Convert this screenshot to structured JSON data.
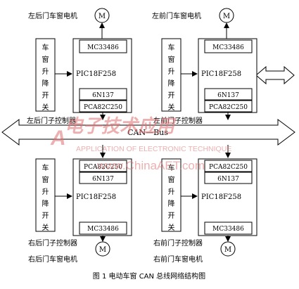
{
  "bus": {
    "label": "CAN—Bus"
  },
  "chips": {
    "driver": "MC33486",
    "mcu": "PIC18F258",
    "opto": "6N137",
    "can": "PCA82C250"
  },
  "motor": {
    "symbol": "M"
  },
  "switch_label": "车窗升降开关",
  "switch_chars": [
    "车",
    "窗",
    "升",
    "降",
    "开",
    "关"
  ],
  "nodes": {
    "rear_left": {
      "controller": "左后门子控制器",
      "motor_label": "左后门车窗电机"
    },
    "front_left": {
      "controller": "左前门子控制器",
      "motor_label": "左前门车窗电机"
    },
    "rear_right": {
      "controller": "右后门子控制器",
      "motor_label": "右后门车窗电机"
    },
    "front_right": {
      "controller": "右前门子控制器",
      "motor_label": "右前门车窗电机"
    }
  },
  "caption": "图 1  电动车窗 CAN 总线网络结构图",
  "watermark": {
    "logo": "电子技术应用",
    "line1": "APPLICATION OF ELECTRONIC TECHNIQUE",
    "line2": "www.ChinaAET.com"
  }
}
